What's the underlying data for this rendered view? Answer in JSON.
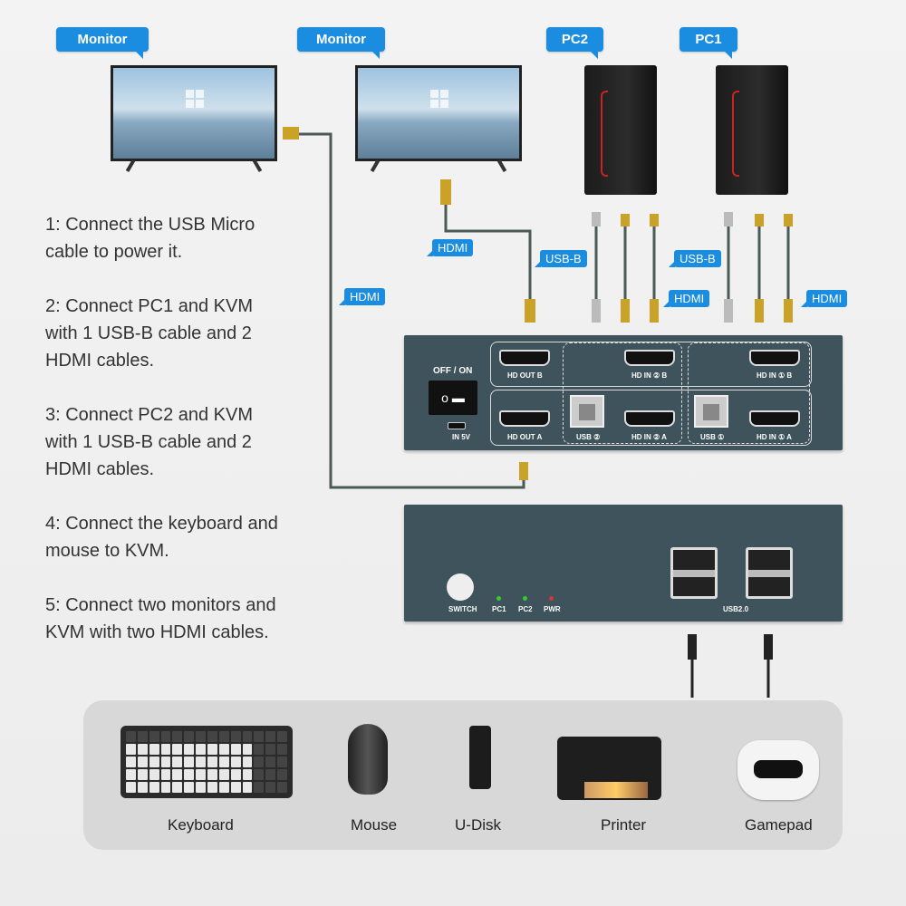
{
  "callouts": {
    "monitor_left": "Monitor",
    "monitor_right": "Monitor",
    "pc2": "PC2",
    "pc1": "PC1"
  },
  "cable_tags": {
    "hdmi_monitor_right": "HDMI",
    "hdmi_monitor_left": "HDMI",
    "usbb_pc2": "USB-B",
    "hdmi_pc2": "HDMI",
    "usbb_pc1": "USB-B",
    "hdmi_pc1": "HDMI"
  },
  "steps": [
    "1: Connect the USB Micro cable to power it.",
    "2: Connect PC1 and KVM with 1 USB-B cable and 2 HDMI cables.",
    "3: Connect PC2 and KVM with 1 USB-B cable and 2 HDMI cables.",
    "4: Connect the keyboard and mouse to KVM.",
    "5: Connect two monitors and KVM with two HDMI cables."
  ],
  "kvm_back": {
    "power_label": "OFF / ON",
    "power_in": "IN 5V",
    "hd_out_b": "HD OUT B",
    "hd_in_2b": "HD IN ② B",
    "hd_in_1b": "HD IN ① B",
    "hd_out_a": "HD OUT A",
    "usb2": "USB ②",
    "hd_in_2a": "HD IN ② A",
    "usb1": "USB ①",
    "hd_in_1a": "HD IN ① A"
  },
  "kvm_front": {
    "switch": "SWITCH",
    "pc1": "PC1",
    "pc2": "PC2",
    "pwr": "PWR",
    "usb": "USB2.0"
  },
  "devices": [
    "Keyboard",
    "Mouse",
    "U-Disk",
    "Printer",
    "Gamepad"
  ],
  "colors": {
    "accent": "#1a8de0",
    "kvm": "#3e535b",
    "led_green": "#3c3",
    "led_red": "#d33"
  }
}
